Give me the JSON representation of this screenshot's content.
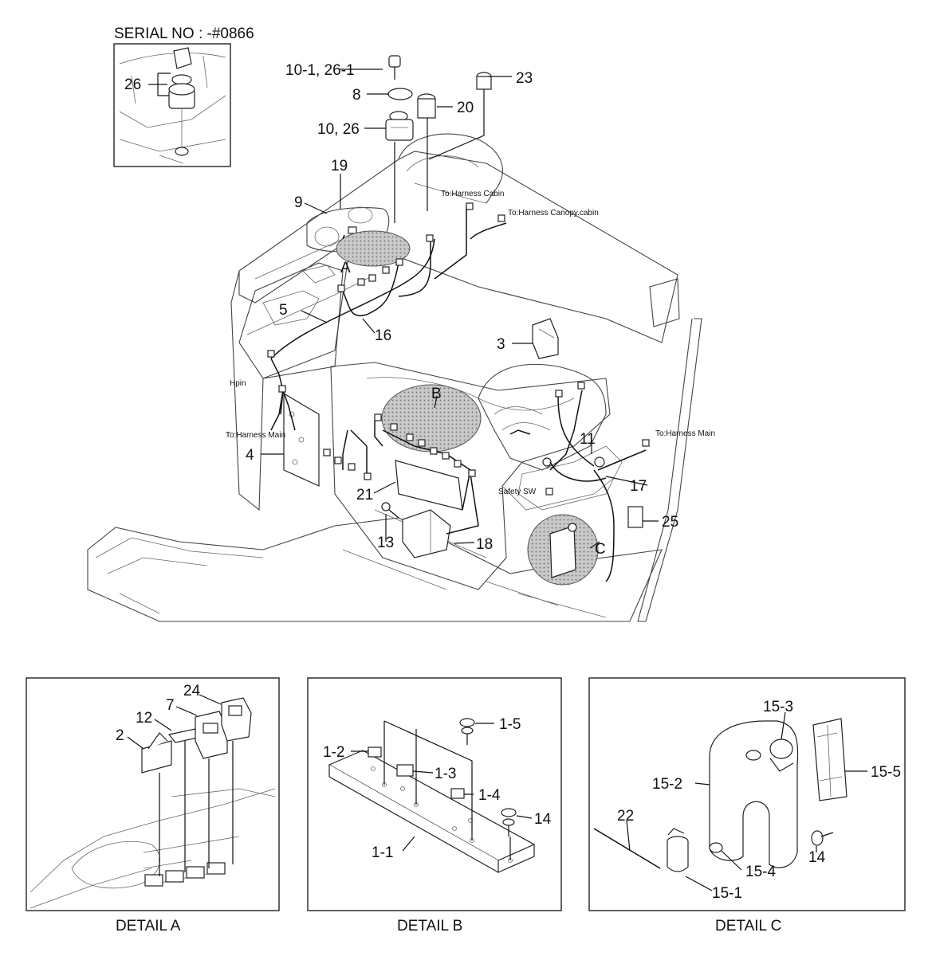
{
  "serial_note": "SERIAL NO : -#0866",
  "main_callouts": {
    "c26_inset": "26",
    "c10_1": "10-1, 26-1",
    "c8": "8",
    "c10_26": "10, 26",
    "c20": "20",
    "c23": "23",
    "c19": "19",
    "c9": "9",
    "cA": "A",
    "c5": "5",
    "c16": "16",
    "c3": "3",
    "cB": "B",
    "c4": "4",
    "c21": "21",
    "c13": "13",
    "c18": "18",
    "c11": "11",
    "c17": "17",
    "c25": "25",
    "cC": "C"
  },
  "wire_notes": {
    "harness_cabin": "To:Harness Cabin",
    "harness_canopy": "To:Harness Canopy.cabin",
    "hpin": "Hpin",
    "harness_main_left": "To:Harness Main",
    "harness_main_right": "To:Harness Main",
    "safety_sw": "Safety SW"
  },
  "detail_a": {
    "caption": "DETAIL A",
    "c24": "24",
    "c12": "12",
    "c7": "7",
    "c2": "2"
  },
  "detail_b": {
    "caption": "DETAIL B",
    "c1_5": "1-5",
    "c1_2": "1-2",
    "c1_3": "1-3",
    "c1_4": "1-4",
    "c14": "14",
    "c1_1": "1-1"
  },
  "detail_c": {
    "caption": "DETAIL C",
    "c15_3": "15-3",
    "c15_2": "15-2",
    "c15_5": "15-5",
    "c22": "22",
    "c14": "14",
    "c15_4": "15-4",
    "c15_1": "15-1"
  }
}
